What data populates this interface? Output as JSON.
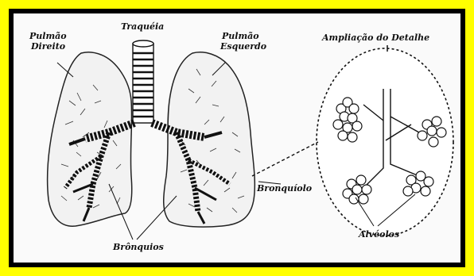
{
  "labels": {
    "right_lung": [
      "Pulmão",
      "Direito"
    ],
    "left_lung": [
      "Pulmão",
      "Esquerdo"
    ],
    "trachea": "Traquéia",
    "detail": "Ampliação do Detalhe",
    "bronchiole": "Bronquíolo",
    "bronchi": "Brônquios",
    "alveoli": "Alvéolos"
  },
  "colors": {
    "border": "#ffff00",
    "frame": "#000000",
    "paper": "#fafafa",
    "ink": "#111111"
  }
}
